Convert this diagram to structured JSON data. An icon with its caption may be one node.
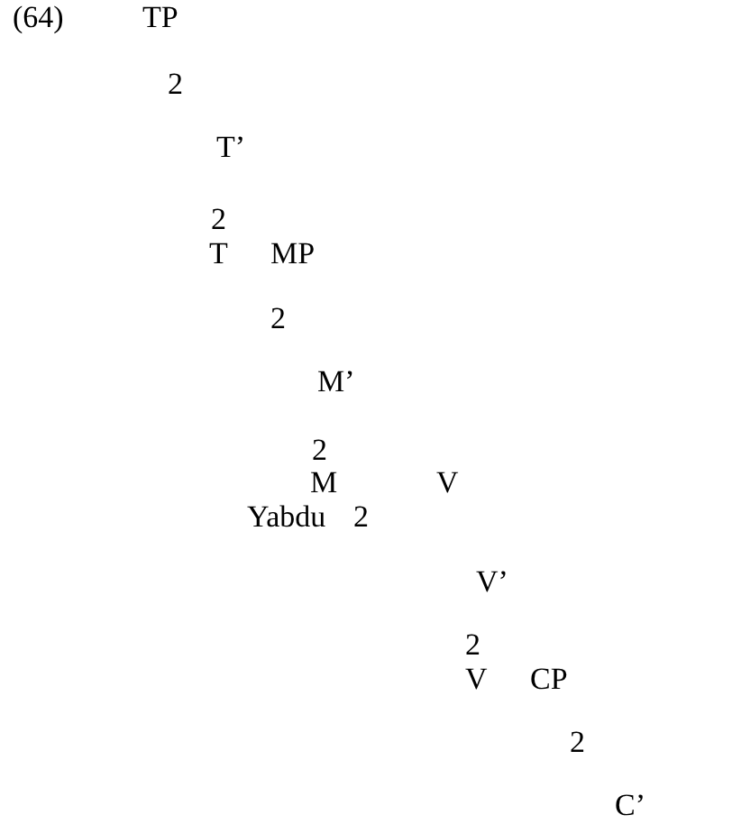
{
  "diagram": {
    "labels": [
      "(64)",
      "TP",
      "2",
      "T’",
      "2",
      "T",
      "MP",
      "2",
      "M’",
      "2",
      "M",
      "V",
      "Yabdu",
      "2",
      "V’",
      "2",
      "V",
      "CP",
      "2",
      "C’"
    ]
  }
}
